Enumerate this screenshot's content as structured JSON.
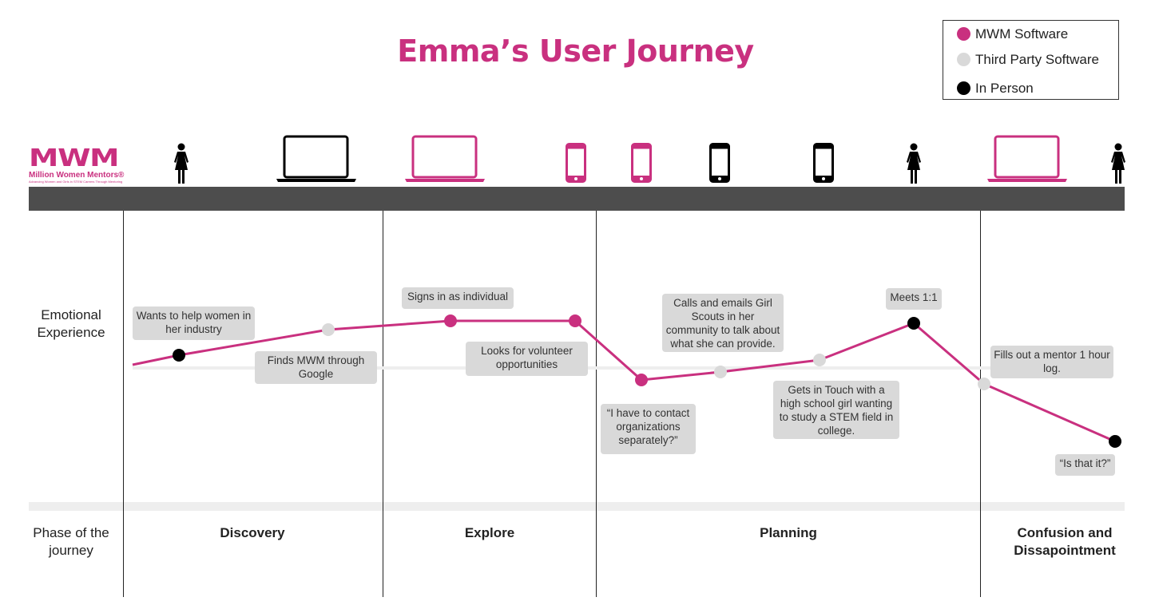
{
  "title": "Emma’s User Journey",
  "logo": {
    "acronym": "MWM",
    "name": "Million Women Mentors®",
    "tagline": "Advancing Women and Girls in STEM Careers Through Mentoring"
  },
  "colors": {
    "mwm": "#c9307f",
    "third_party": "#d9d9d9",
    "in_person": "#000000"
  },
  "legend": [
    {
      "label": "MWM Software",
      "type": "mwm"
    },
    {
      "label": "Third Party Software",
      "type": "third_party"
    },
    {
      "label": "In Person",
      "type": "in_person"
    }
  ],
  "touchpoint_icons": [
    {
      "icon": "person-icon",
      "type": "in_person"
    },
    {
      "icon": "laptop-icon",
      "type": "third_party"
    },
    {
      "icon": "laptop-icon",
      "type": "mwm"
    },
    {
      "icon": "phone-icon",
      "type": "mwm"
    },
    {
      "icon": "phone-icon",
      "type": "mwm"
    },
    {
      "icon": "phone-icon",
      "type": "third_party"
    },
    {
      "icon": "phone-icon",
      "type": "third_party"
    },
    {
      "icon": "person-icon",
      "type": "in_person"
    },
    {
      "icon": "laptop-icon",
      "type": "mwm"
    },
    {
      "icon": "person-icon",
      "type": "in_person"
    }
  ],
  "row_labels": {
    "emotional": "Emotional Experience",
    "phase": "Phase of the journey"
  },
  "phases": [
    "Discovery",
    "Explore",
    "Planning",
    "Confusion and Dissapointment"
  ],
  "journey_points": [
    {
      "type": "in_person",
      "note": "Wants to help women in her industry"
    },
    {
      "type": "third_party",
      "note": "Finds MWM through Google"
    },
    {
      "type": "mwm",
      "note": "Signs in as individual"
    },
    {
      "type": "mwm",
      "note": "Looks for volunteer opportunities"
    },
    {
      "type": "mwm",
      "note": "“I have to contact organizations separately?”"
    },
    {
      "type": "third_party",
      "note": "Calls and emails Girl Scouts in her community to talk about what she can provide."
    },
    {
      "type": "third_party",
      "note": "Gets in Touch with a high school girl wanting to study a STEM field in college."
    },
    {
      "type": "in_person",
      "note": "Meets 1:1"
    },
    {
      "type": "third_party",
      "note": "Fills out a mentor 1 hour log."
    },
    {
      "type": "in_person",
      "note": "“Is that it?”"
    }
  ]
}
